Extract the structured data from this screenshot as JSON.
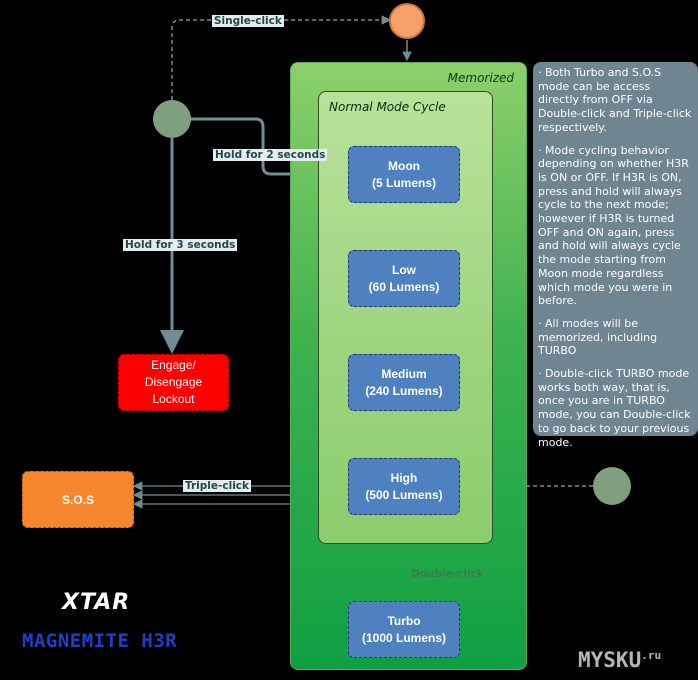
{
  "diagram": {
    "memorized_title": "Memorized",
    "cycle_title": "Normal Mode Cycle",
    "modes": [
      {
        "name": "Moon",
        "lumens": "(5 Lumens)"
      },
      {
        "name": "Low",
        "lumens": "(60 Lumens)"
      },
      {
        "name": "Medium",
        "lumens": "(240 Lumens)"
      },
      {
        "name": "High",
        "lumens": "(500 Lumens)"
      }
    ],
    "turbo": {
      "name": "Turbo",
      "lumens": "(1000 Lumens)"
    },
    "lockout": {
      "line1": "Engage/",
      "line2": "Disengage",
      "line3": "Lockout"
    },
    "sos": "S.O.S",
    "edges": {
      "single_click": "Single-click",
      "hold_2": "Hold for 2 seconds",
      "hold_3": "Hold for 3 seconds",
      "triple_click": "Triple-click",
      "double_click": "Double-click"
    },
    "colors": {
      "memorized_green": "#3fb24f",
      "mode_blue": "#4f80c0",
      "lockout_red": "#ff0000",
      "sos_orange": "#f6852b",
      "start_orange": "#f7a06a",
      "node_grey_green": "#7f9f7f"
    }
  },
  "notes": [
    "· Both Turbo and S.O.S mode can be access directly from OFF via Double-click and Triple-click respectively.",
    "· Mode cycling behavior depending on whether H3R is ON or OFF. If H3R is ON, press and hold will always cycle to the next mode; however if H3R is turned OFF and ON again, press and hold will always cycle the mode starting from Moon mode regardless which mode you were in before.",
    "· All modes will be memorized, including TURBO",
    "· Double-click TURBO mode works both way, that is, once you are in TURBO mode, you can Double-click to go back to your previous mode."
  ],
  "branding": {
    "logo": "XTAR",
    "model": "MAGNEMITE H3R",
    "watermark": "MYSKU",
    "watermark_suffix": ".ru"
  }
}
